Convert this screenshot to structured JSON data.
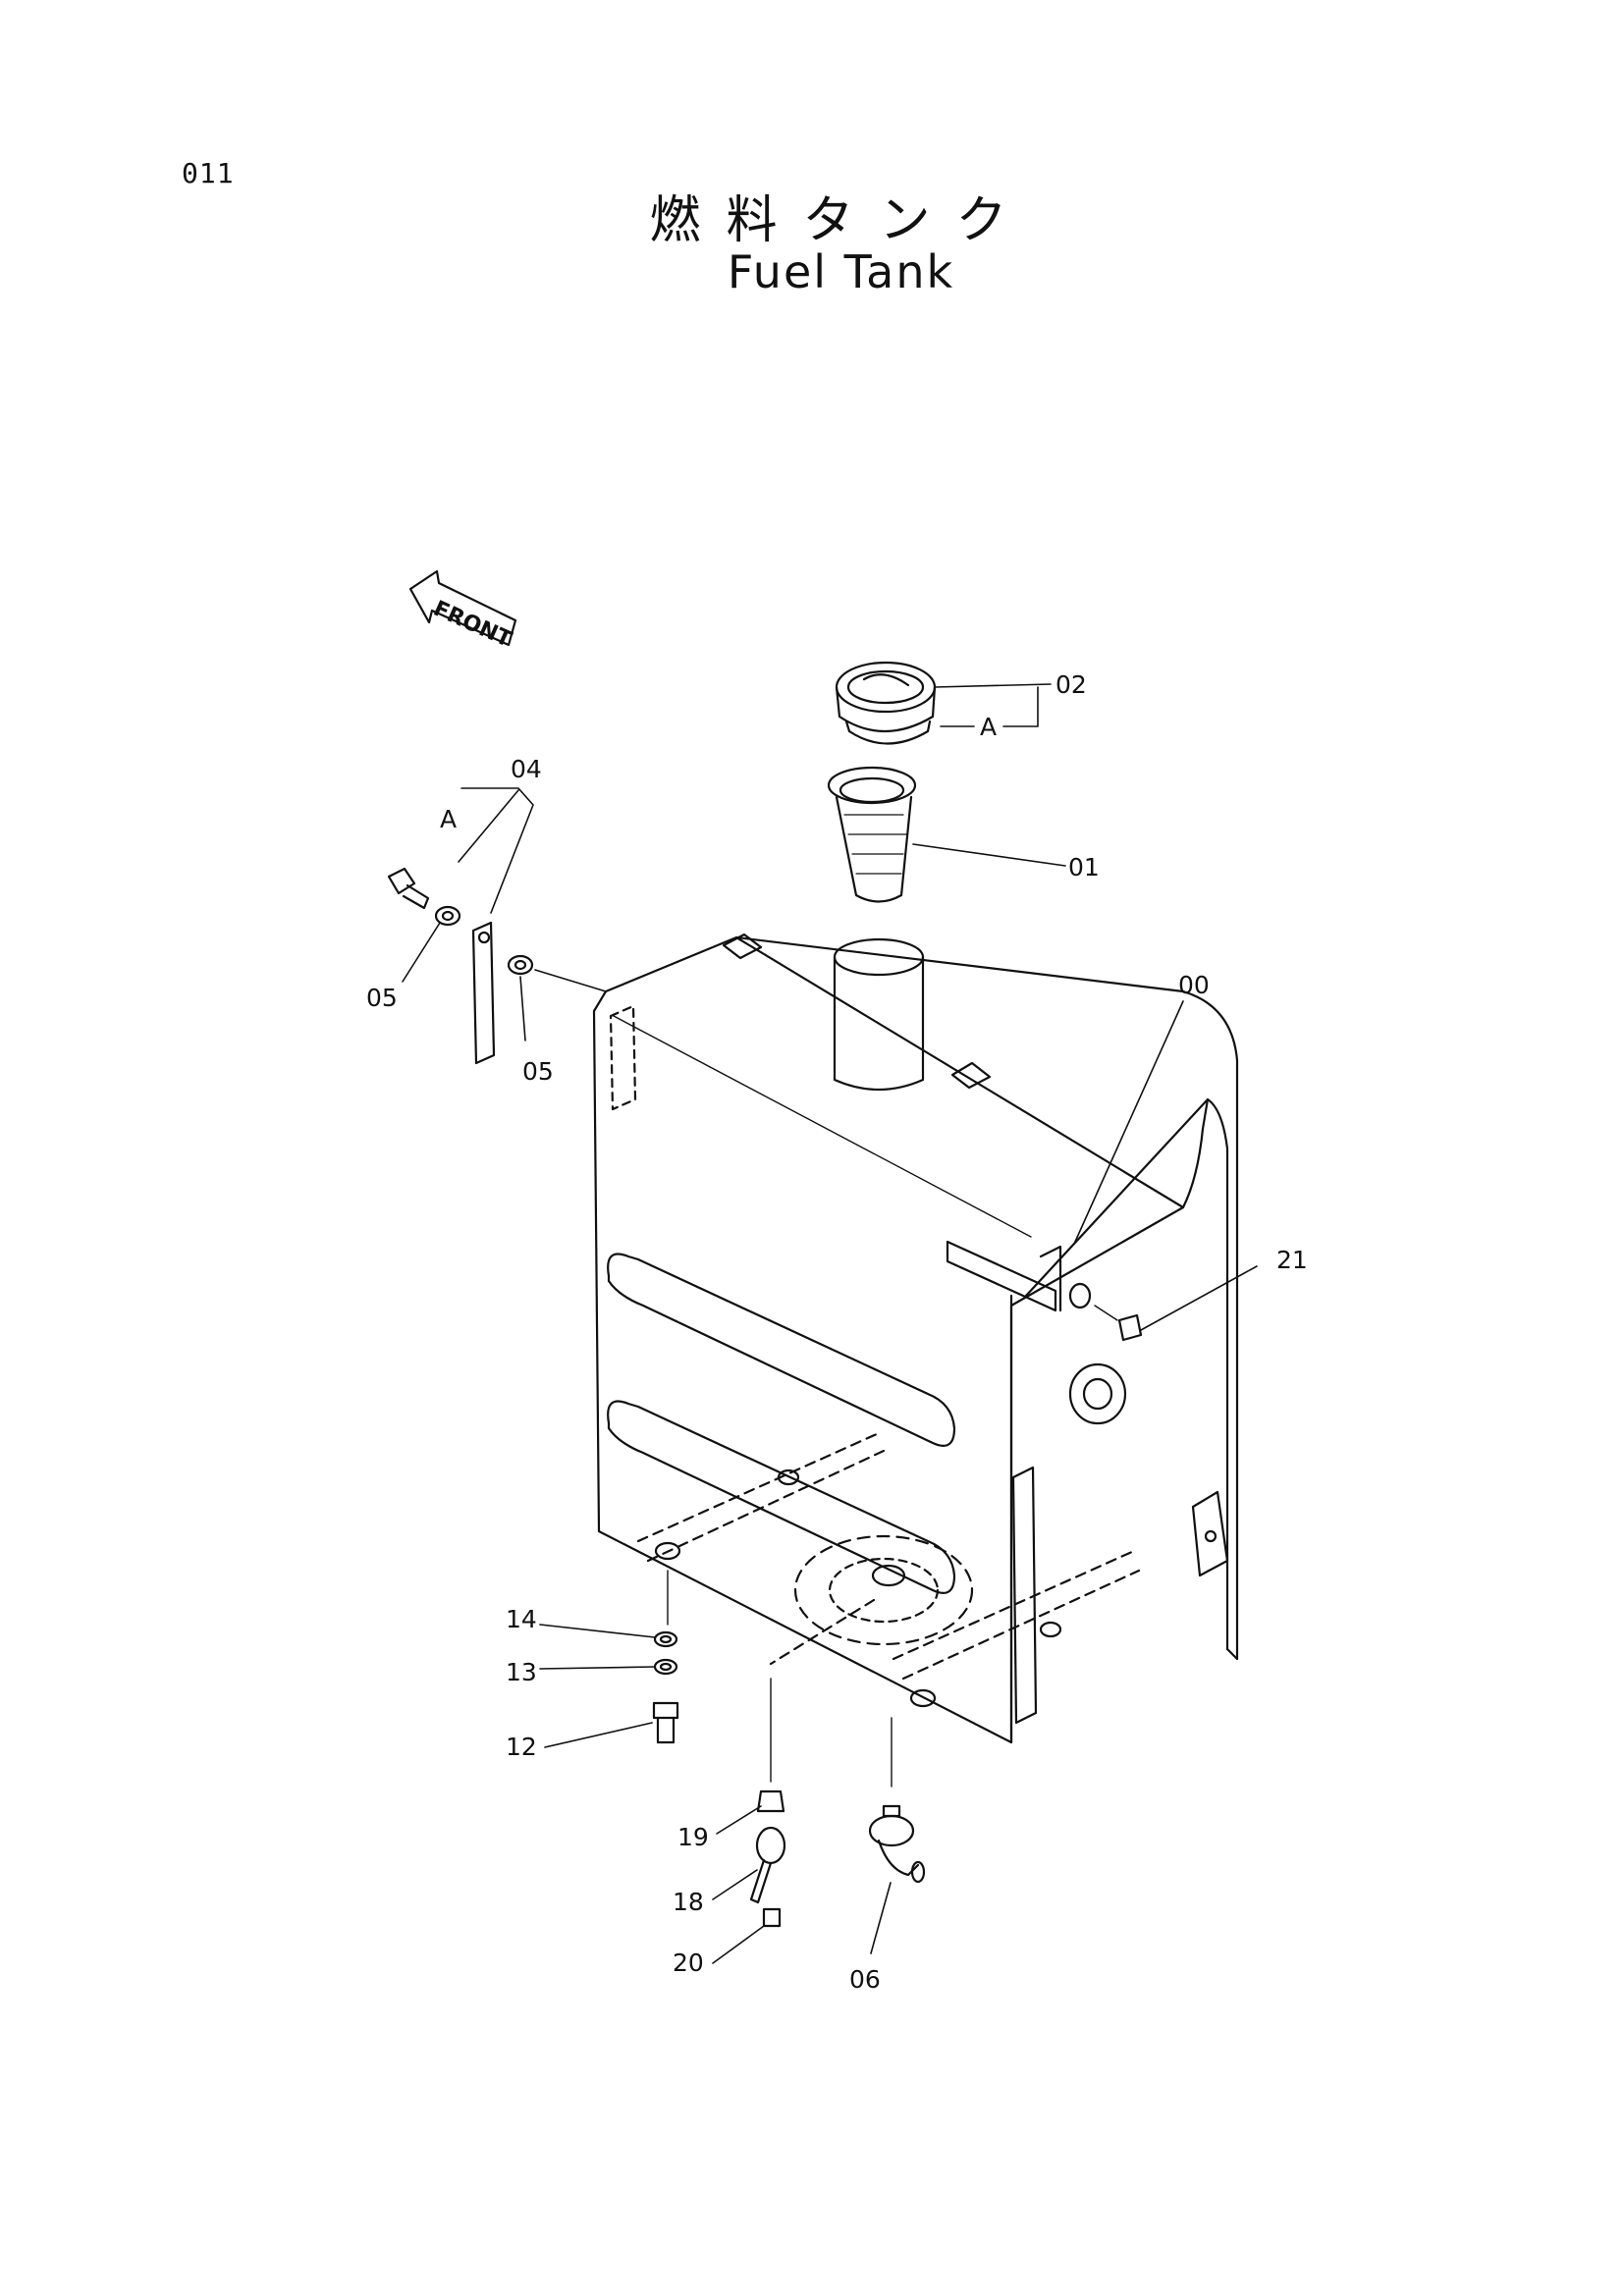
{
  "page_number": "011",
  "title_jp": "燃料タンク",
  "title_en": "Fuel Tank",
  "front_label": "FRONT",
  "callouts": {
    "p00": "00",
    "p01": "01",
    "p02": "02",
    "p04": "04",
    "p05a": "05",
    "p05b": "05",
    "p06": "06",
    "p12": "12",
    "p13": "13",
    "p14": "14",
    "p18": "18",
    "p19": "19",
    "p20": "20",
    "p21": "21",
    "refA1": "A",
    "refA2": "A"
  }
}
